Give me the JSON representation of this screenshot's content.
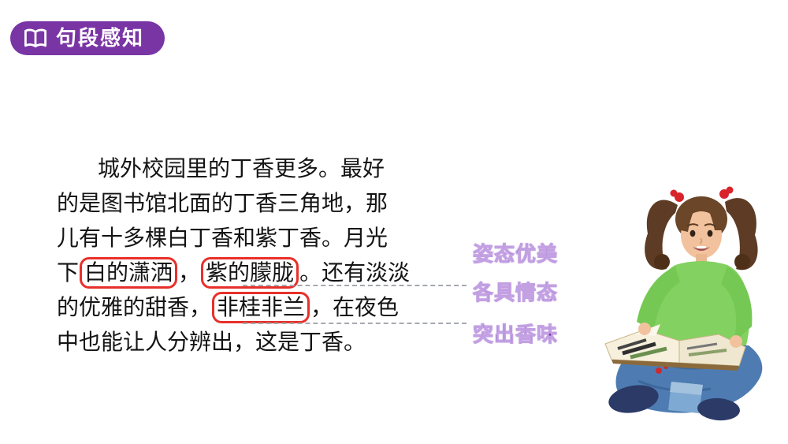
{
  "header_badge": {
    "label": "句段感知",
    "icon": "open-book-icon",
    "bg_color": "#7a35a5",
    "text_color": "#ffffff"
  },
  "paragraph": {
    "text_color": "#141414",
    "circle_color": "#e8302a",
    "line1": "城外校园里的丁香更多。最好",
    "line2": "的是图书馆北面的丁香三角地，那",
    "line3": "儿有十多棵白丁香和紫丁香。月光",
    "line4_pre": "下",
    "line4_circled1": "白的潇洒",
    "line4_between": "，",
    "line4_circled2": "紫的朦胧",
    "line4_post": "。还有淡淡",
    "line5_pre": "的优雅的甜香，",
    "line5_circled": "非桂非兰",
    "line5_post": "，在夜色",
    "line6": "中也能让人分辨出，这是丁香。"
  },
  "annotations": {
    "color": "#6d2f9c",
    "items": [
      {
        "label": "姿态优美"
      },
      {
        "label": "各具情态"
      },
      {
        "label": "突出香味"
      }
    ]
  },
  "illustration": {
    "name": "girl-reading-book"
  }
}
